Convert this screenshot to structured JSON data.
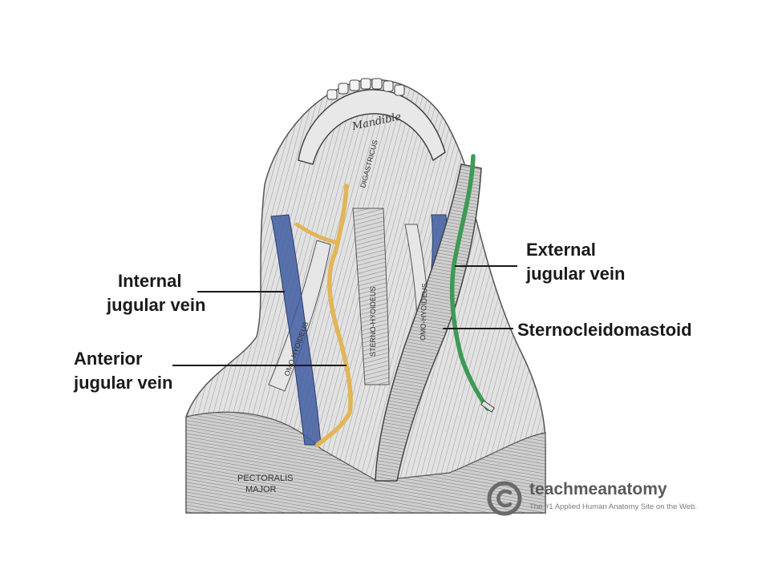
{
  "labels": {
    "internal_jugular": {
      "line1": "Internal",
      "line2": "jugular vein"
    },
    "anterior_jugular": {
      "line1": "Anterior",
      "line2": "jugular vein"
    },
    "external_jugular": {
      "line1": "External",
      "line2": "jugular vein"
    },
    "sternocleidomastoid": {
      "line1": "Sternocleidomastoid"
    }
  },
  "engraving_text": {
    "mandible": "Mandible",
    "digastricus": "DIGASTRICUS",
    "sterno_hyoideus": "STERNO-HYOIDEUS",
    "omo_hyoideus_left": "OMO-HYOIDEUS",
    "omo_hyoideus_right": "OMO-HYOIDEUS",
    "pectoralis_major_1": "PECTORALIS",
    "pectoralis_major_2": "MAJOR"
  },
  "watermark": {
    "title": "teachmeanatomy",
    "tagline": "The #1 Applied Human Anatomy Site on the Web."
  },
  "colors": {
    "internal_jugular": "#3f5da0",
    "anterior_jugular": "#e2b556",
    "external_jugular": "#3e9a55",
    "leader_line": "#1a1a1a"
  }
}
